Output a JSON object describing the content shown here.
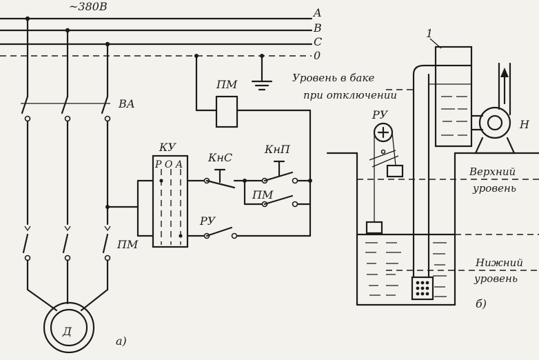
{
  "supply": {
    "voltage": "~380В",
    "phases": [
      "A",
      "B",
      "C",
      "0"
    ]
  },
  "circuit_a": {
    "breaker": "ВА",
    "starter": "ПМ",
    "coil": "ПМ",
    "motor": "Д",
    "selector": "КУ",
    "selector_modes": "Р О А",
    "stop_button": "КнС",
    "start_button": "КнП",
    "hold_contact": "ПМ",
    "level_relay": "РУ",
    "caption": "а)"
  },
  "tank_b": {
    "pump": "Н",
    "tower_index": "1",
    "cutoff_level": "Уровень в баке при отключении",
    "cutoff_line1": "Уровень в баке",
    "cutoff_line2": "при отключении",
    "relay": "РУ",
    "upper_level_1": "Верхний",
    "upper_level_2": "уровень",
    "lower_level_1": "Нижний",
    "lower_level_2": "уровень",
    "caption": "б)"
  }
}
